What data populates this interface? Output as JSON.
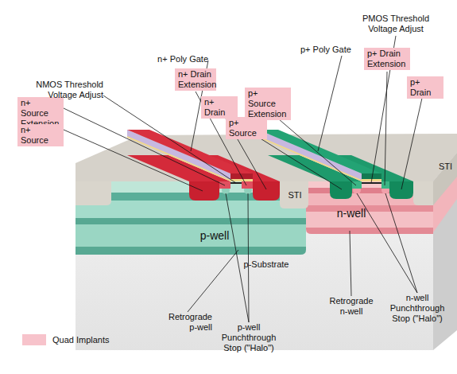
{
  "diagram": {
    "nodes": [
      {
        "text": [
          "n+ Source Extension"
        ]
      },
      {
        "text": [
          "n+ Source"
        ]
      },
      {
        "text": [
          "n+ Drain Extension"
        ]
      },
      {
        "text": [
          "n+ Drain"
        ]
      },
      {
        "text": [
          "p+ Source Extension"
        ]
      },
      {
        "text": [
          "p+ Source"
        ]
      },
      {
        "text": [
          "p+ Drain Extension"
        ]
      },
      {
        "text": [
          "p+ Drain"
        ]
      }
    ],
    "labels": [
      "n+ Poly Gate",
      "NMOS Threshold Voltage Adjust",
      "p+ Poly Gate",
      "PMOS Threshold Voltage Adjust",
      "STI",
      "STI",
      "p-well",
      "n-well",
      "p-Substrate",
      "Retrograde p-well",
      "p-well Punchthrough Stop (\"Halo\")",
      "Retrograde n-well",
      "n-well Punchthrough Stop (\"Halo\")"
    ],
    "legend": [
      {
        "text": "Quad Implants",
        "color": "#f7c3cb"
      }
    ]
  }
}
